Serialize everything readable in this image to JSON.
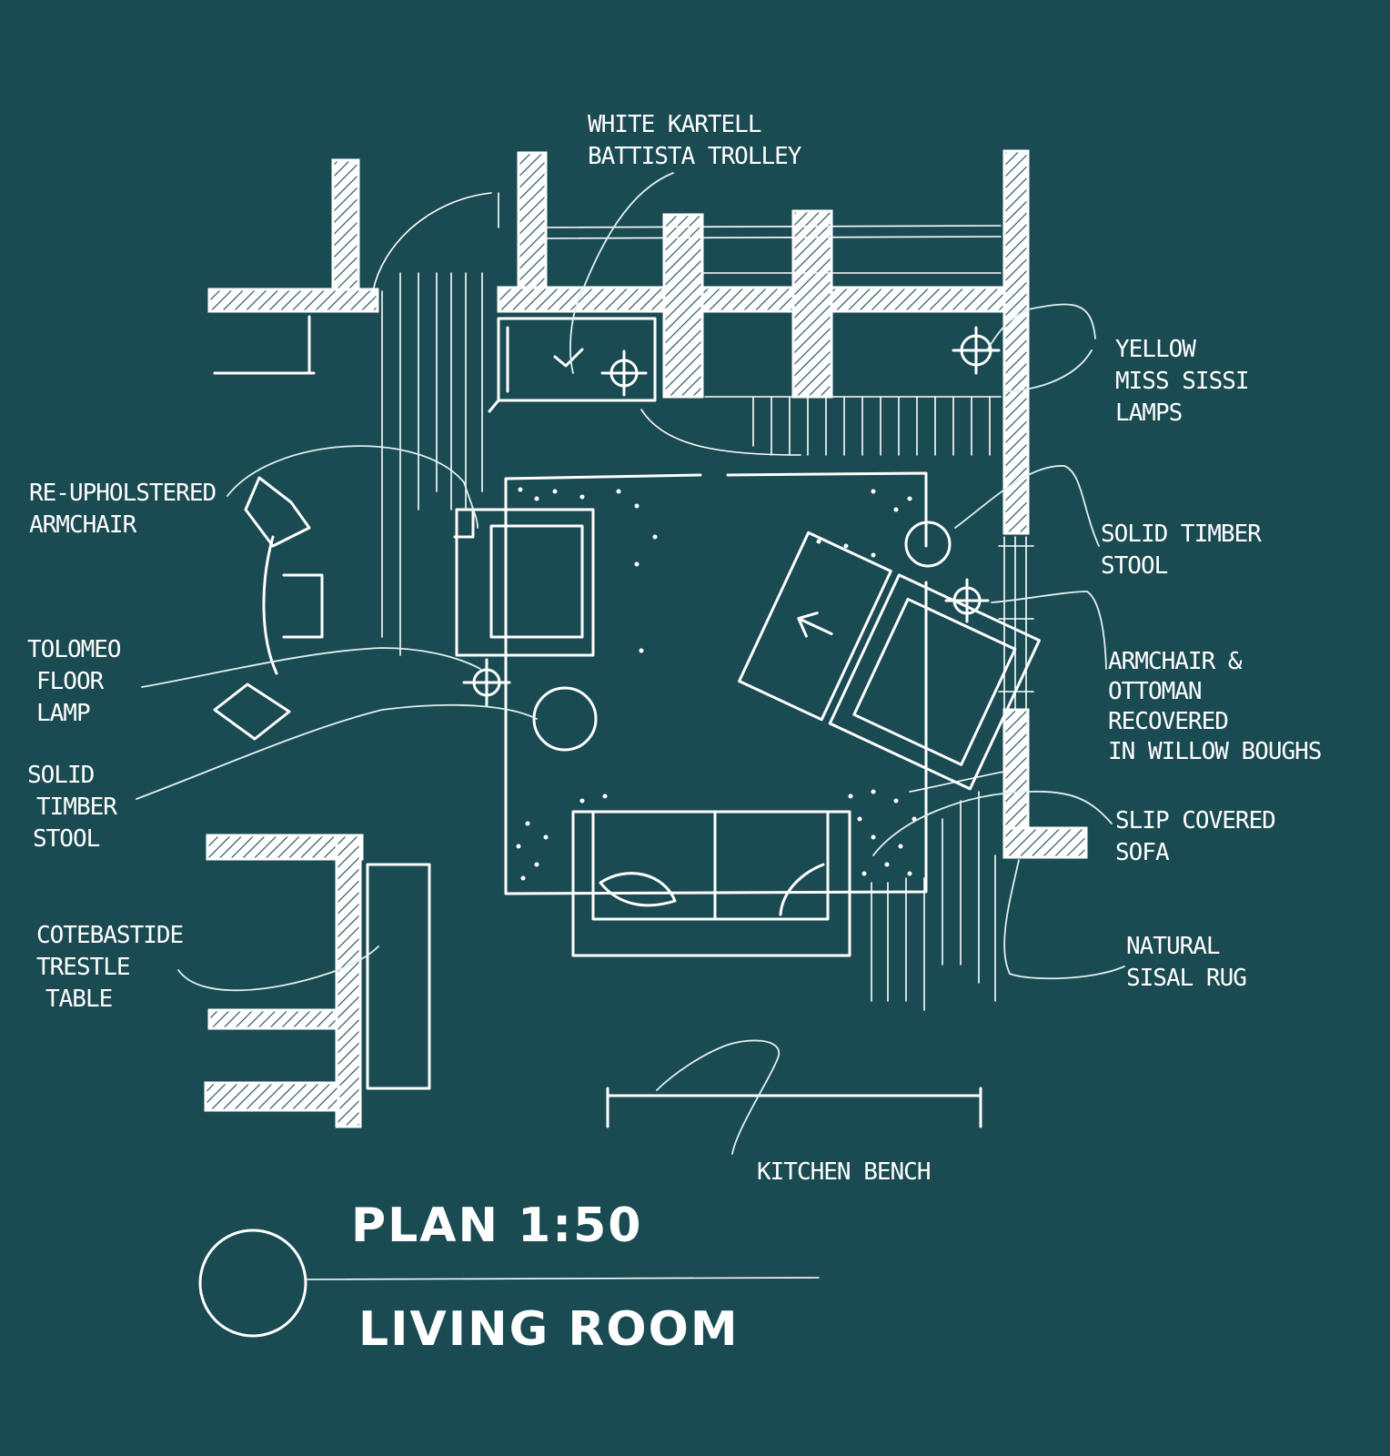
{
  "colors": {
    "background": "#1b4b52",
    "ink": "#ffffff"
  },
  "labels": {
    "trolley": [
      "WHITE KARTELL",
      "BATTISTA TROLLEY"
    ],
    "lamps": [
      "YELLOW",
      "MISS SISSI",
      "LAMPS"
    ],
    "stool_right": [
      "SOLID TIMBER",
      "STOOL"
    ],
    "armchair_ottoman": [
      "ARMCHAIR &",
      "OTTOMAN",
      "RECOVERED",
      "IN WILLOW BOUGHS"
    ],
    "sofa": [
      "SLIP COVERED",
      "SOFA"
    ],
    "rug": [
      "NATURAL",
      "SISAL RUG"
    ],
    "armchair_left": [
      "RE-UPHOLSTERED",
      "ARMCHAIR"
    ],
    "floor_lamp": [
      "TOLOMEO",
      "FLOOR",
      "LAMP"
    ],
    "stool_left": [
      "SOLID",
      "TIMBER",
      "STOOL"
    ],
    "table": [
      "COTEBASTIDE",
      "TRESTLE",
      "TABLE"
    ],
    "kitchen": [
      "KITCHEN BENCH"
    ]
  },
  "title": {
    "scale": "PLAN 1:50",
    "room": "LIVING ROOM"
  }
}
